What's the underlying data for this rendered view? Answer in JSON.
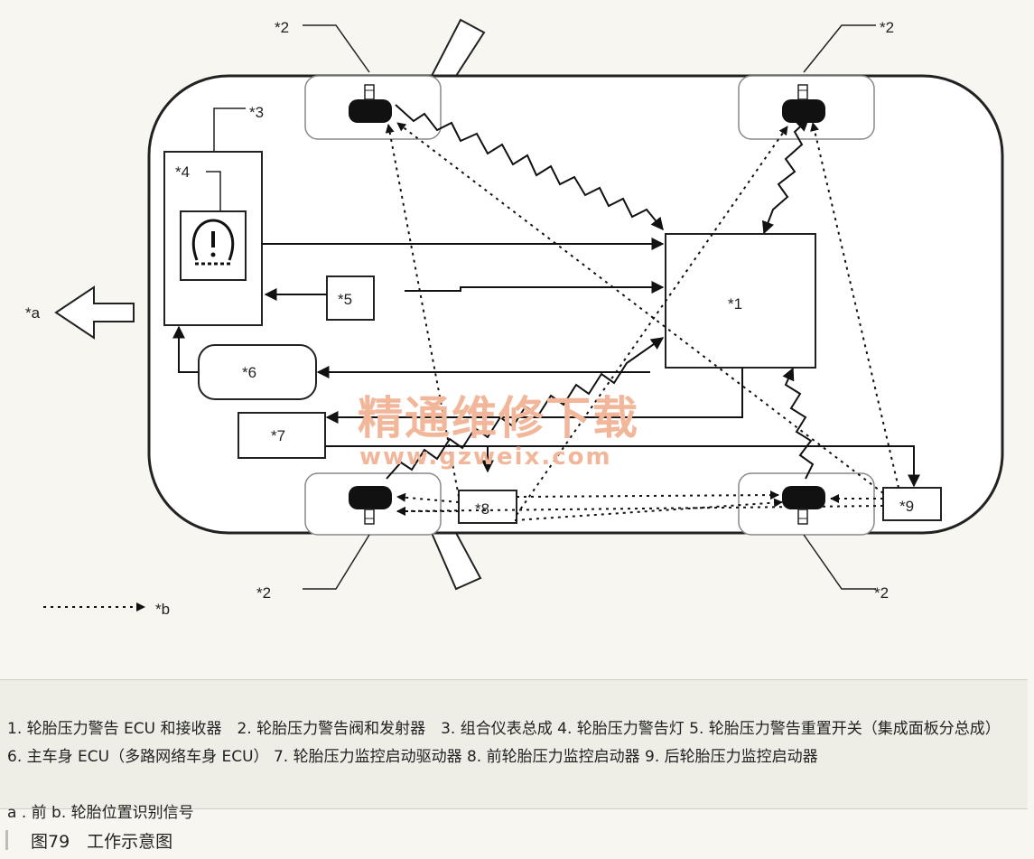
{
  "diagram": {
    "labels": {
      "ecu": "*1",
      "tire_fl": "*2",
      "tire_fr": "*2",
      "tire_rl": "*2",
      "tire_rr": "*2",
      "meter": "*3",
      "warning_light": "*4",
      "reset_switch": "*5",
      "body_ecu": "*6",
      "activation_driver": "*7",
      "front_activator": "*8",
      "rear_activator": "*9",
      "front_arrow": "*a",
      "signal_legend": "*b"
    },
    "watermark": {
      "line1": "精通维修下载",
      "line2": "www.gzweix.com"
    }
  },
  "legend": {
    "line1": "1. 轮胎压力警告 ECU 和接收器　2. 轮胎压力警告阀和发射器　3. 组合仪表总成  4. 轮胎压力警告灯  5. 轮胎压力警告重置开关（集成面板分总成）  6. 主车身 ECU（多路网络车身 ECU）  7. 轮胎压力监控启动驱动器  8. 前轮胎压力监控启动器  9. 后轮胎压力监控启动器",
    "line2": "a . 前 b. 轮胎位置识别信号"
  },
  "caption": "图79　工作示意图"
}
